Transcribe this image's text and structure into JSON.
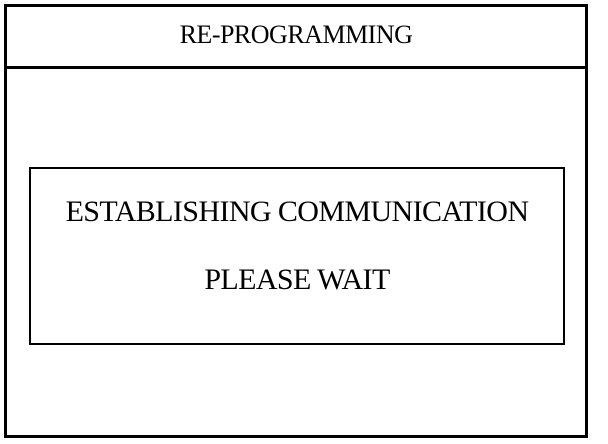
{
  "dialog": {
    "title": "RE-PROGRAMMING",
    "message": {
      "line1": "ESTABLISHING COMMUNICATION",
      "line2": "PLEASE WAIT"
    }
  }
}
